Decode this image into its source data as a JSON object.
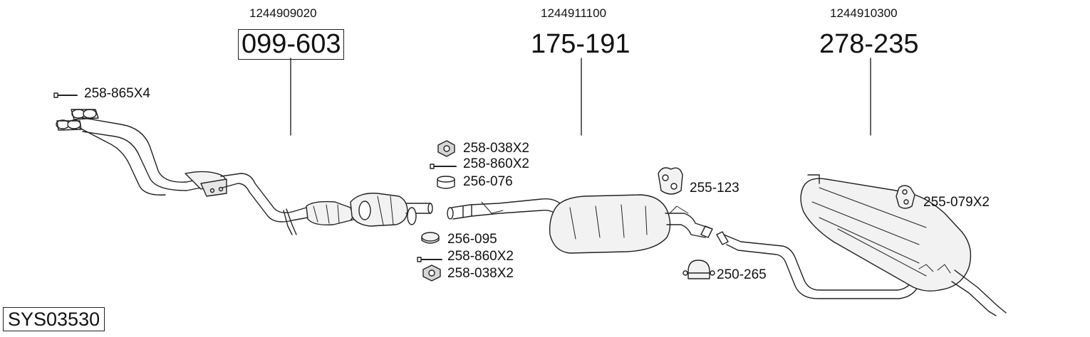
{
  "system_code": "SYS03530",
  "assemblies": [
    {
      "oem": "1244909020",
      "part": "099-603",
      "boxed": true
    },
    {
      "oem": "1244911100",
      "part": "175-191",
      "boxed": false
    },
    {
      "oem": "1244910300",
      "part": "278-235",
      "boxed": false
    }
  ],
  "fittings": {
    "bolt_front": "258-865X4",
    "nut_upper": "258-038X2",
    "bolt_upper": "258-860X2",
    "gasket_upper": "256-076",
    "ring_lower": "256-095",
    "bolt_lower": "258-860X2",
    "nut_lower": "258-038X2",
    "hanger_mid": "255-123",
    "clamp": "250-265",
    "hanger_rear": "255-079X2"
  },
  "colors": {
    "line": "#222222",
    "fill_light": "#f2f2f2",
    "fill_shade": "#d6d6d6"
  }
}
